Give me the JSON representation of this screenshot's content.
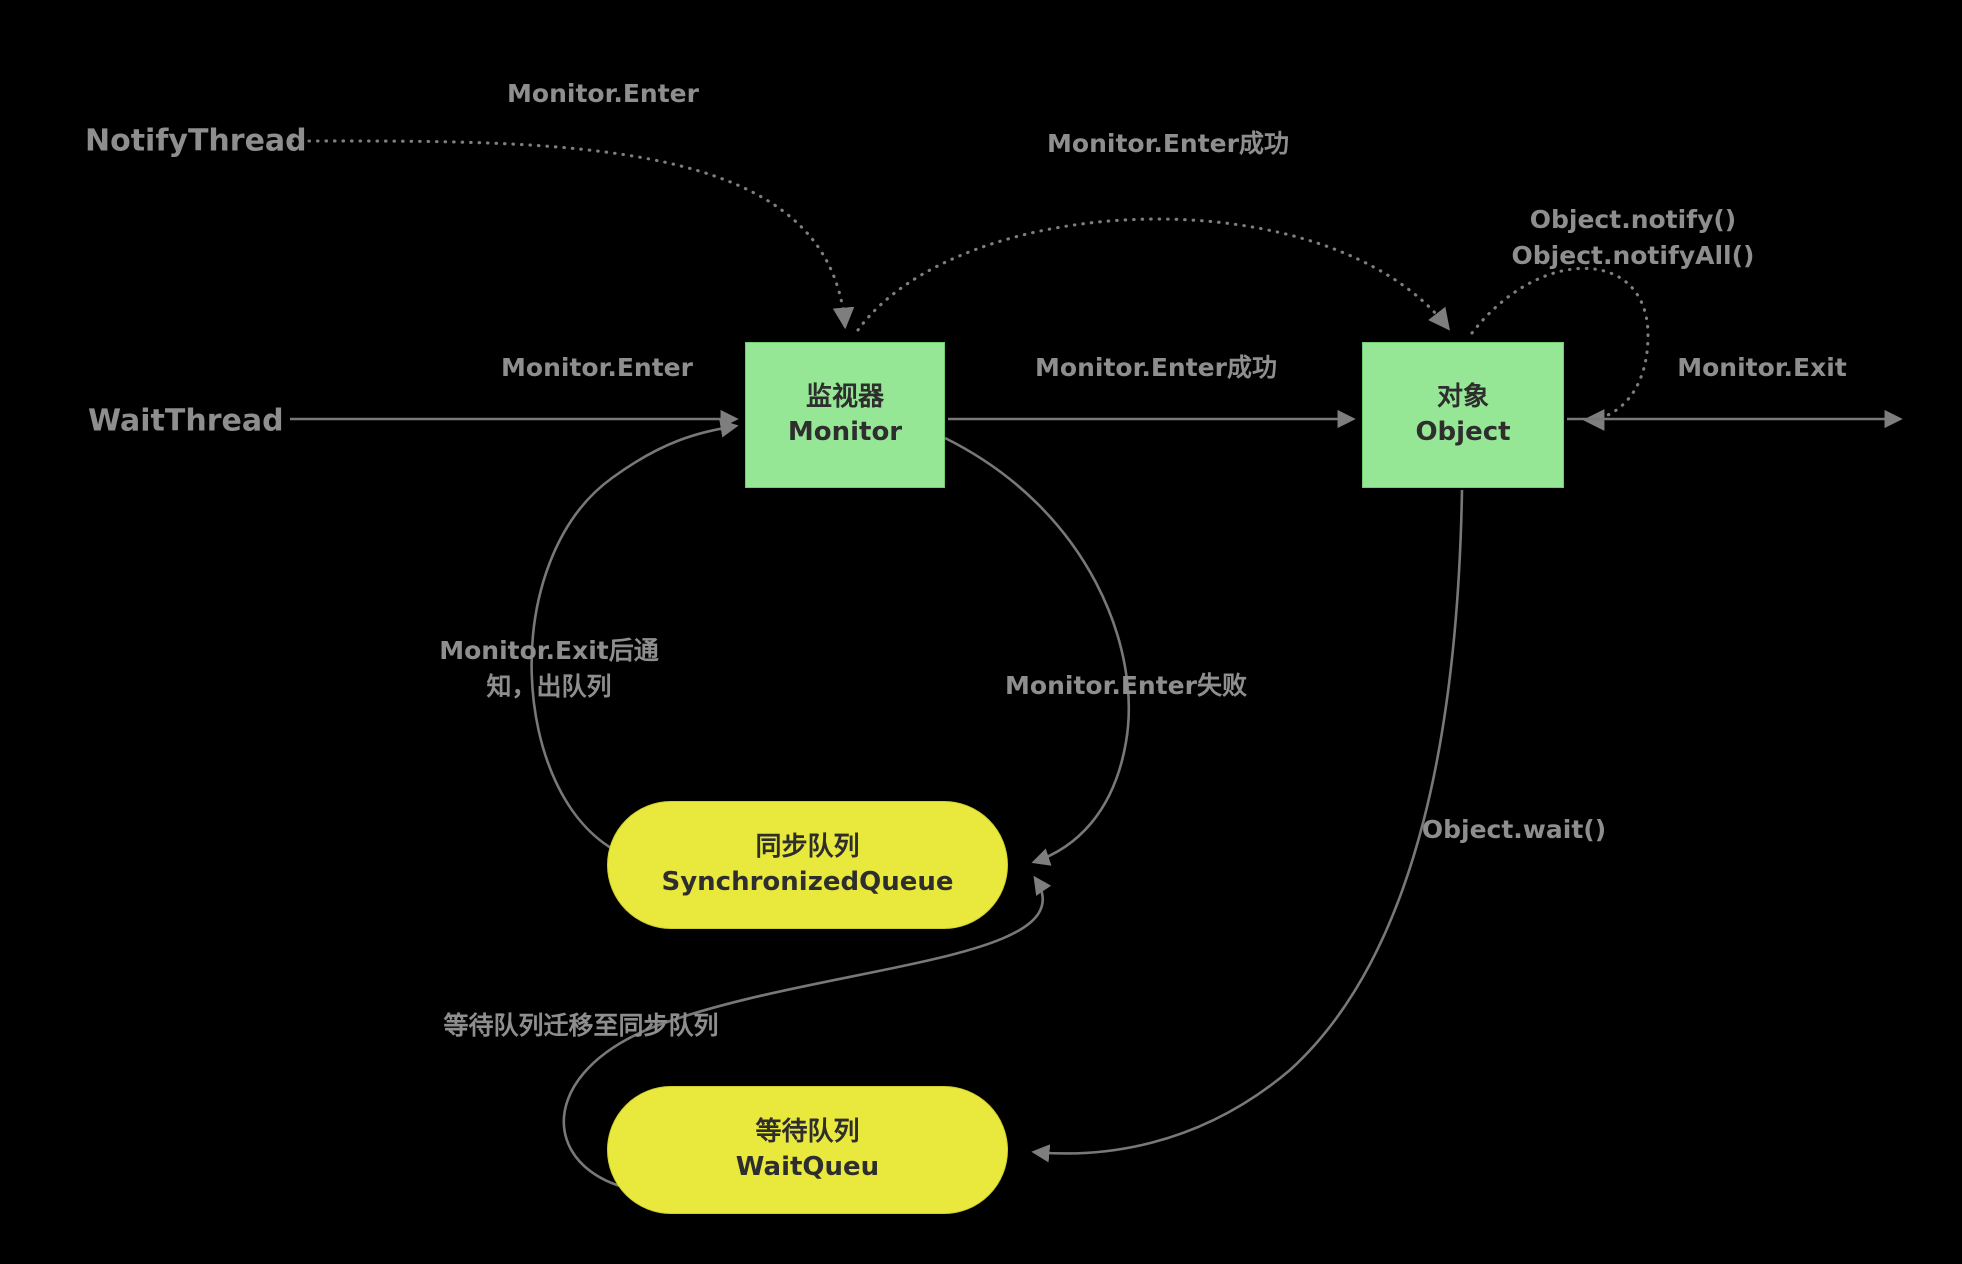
{
  "diagram": {
    "colors": {
      "background": "#000000",
      "node_green": "#95e795",
      "node_yellow": "#e9e93d",
      "edge_line": "#787878",
      "label_text": "#8e8e8e",
      "node_text": "#2e2e2e"
    },
    "actors": {
      "notify_thread": "NotifyThread",
      "wait_thread": "WaitThread"
    },
    "nodes": {
      "monitor": {
        "line1": "监视器",
        "line2": "Monitor"
      },
      "object": {
        "line1": "对象",
        "line2": "Object"
      },
      "sync_queue": {
        "line1": "同步队列",
        "line2": "SynchronizedQueue"
      },
      "wait_queue": {
        "line1": "等待队列",
        "line2": "WaitQueu"
      }
    },
    "edge_labels": {
      "notify_enter": "Monitor.Enter",
      "top_enter_success": "Monitor.Enter成功",
      "object_notify_line1": "Object.notify()",
      "object_notify_line2": "Object.notifyAll()",
      "wait_enter": "Monitor.Enter",
      "mid_enter_success": "Monitor.Enter成功",
      "monitor_exit": "Monitor.Exit",
      "exit_notify_line1": "Monitor.Exit后通",
      "exit_notify_line2": "知，出队列",
      "enter_fail": "Monitor.Enter失败",
      "object_wait": "Object.wait()",
      "queue_migrate": "等待队列迁移至同步队列"
    }
  }
}
